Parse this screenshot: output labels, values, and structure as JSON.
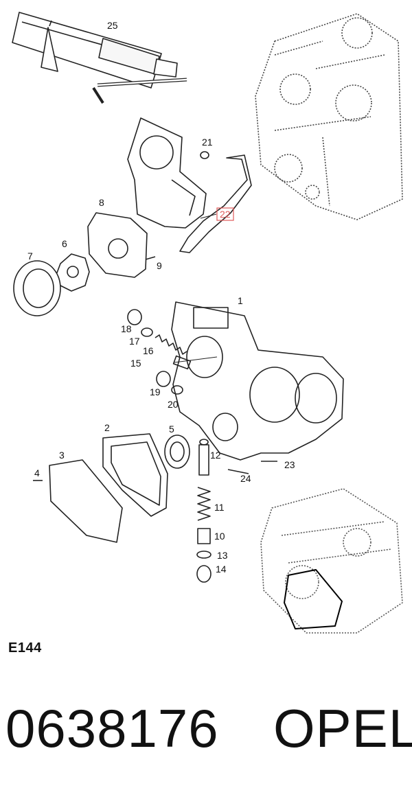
{
  "diagram": {
    "code": "E144",
    "callouts": [
      "1",
      "2",
      "3",
      "4",
      "5",
      "6",
      "7",
      "8",
      "9",
      "10",
      "11",
      "12",
      "13",
      "14",
      "15",
      "16",
      "17",
      "18",
      "19",
      "20",
      "21",
      "22",
      "23",
      "24",
      "25"
    ],
    "highlighted_callout": "22",
    "highlight_color": "#e05a5a"
  },
  "footer": {
    "part_number": "0638176",
    "brand": "OPEL"
  }
}
